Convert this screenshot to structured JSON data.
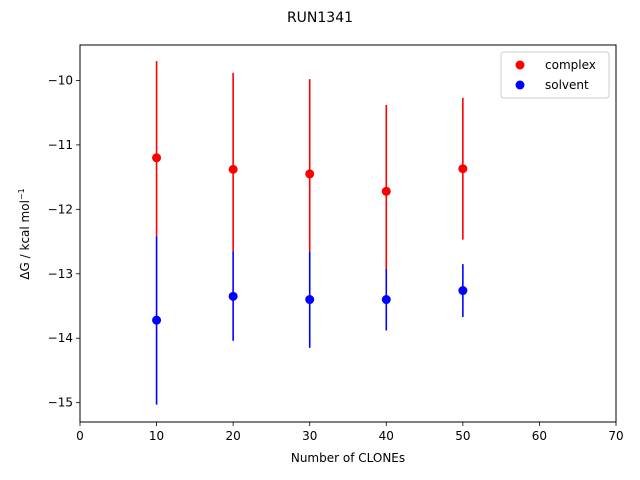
{
  "chart_data": {
    "type": "scatter",
    "title": "RUN1341",
    "xlabel": "Number of CLONEs",
    "ylabel_main": "ΔG / kcal mol",
    "ylabel_sup": "−1",
    "xlim": [
      0,
      70
    ],
    "ylim": [
      -15.3,
      -9.45
    ],
    "xticks": [
      0,
      10,
      20,
      30,
      40,
      50,
      60,
      70
    ],
    "xtick_labels": [
      "0",
      "10",
      "20",
      "30",
      "40",
      "50",
      "60",
      "70"
    ],
    "yticks": [
      -15,
      -14,
      -13,
      -12,
      -11,
      -10
    ],
    "ytick_labels": [
      "−15",
      "−14",
      "−13",
      "−12",
      "−11",
      "−10"
    ],
    "grid": false,
    "legend_position": "top-right",
    "series": [
      {
        "name": "complex",
        "color": "#ff0000",
        "x": [
          10,
          20,
          30,
          40,
          50
        ],
        "y": [
          -11.2,
          -11.38,
          -11.45,
          -11.72,
          -11.37
        ],
        "err_low": [
          -12.42,
          -12.65,
          -12.65,
          -12.92,
          -12.47
        ],
        "err_high": [
          -9.7,
          -9.88,
          -9.98,
          -10.38,
          -10.27
        ]
      },
      {
        "name": "solvent",
        "color": "#0000ff",
        "x": [
          10,
          20,
          30,
          40,
          50
        ],
        "y": [
          -13.72,
          -13.35,
          -13.4,
          -13.4,
          -13.26
        ],
        "err_low": [
          -15.03,
          -14.04,
          -14.15,
          -13.88,
          -13.67
        ],
        "err_high": [
          -12.42,
          -12.65,
          -12.65,
          -12.92,
          -12.85
        ]
      }
    ]
  }
}
